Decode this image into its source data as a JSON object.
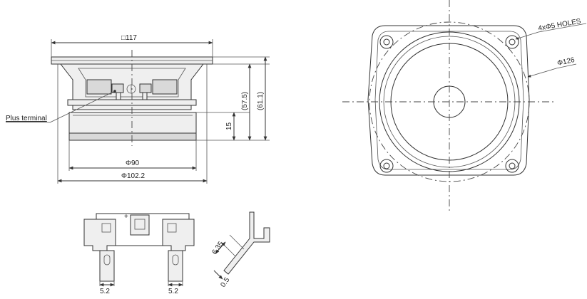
{
  "labels": {
    "square_size": "□117",
    "plus_terminal": "Plus terminal",
    "depth_total": "(57.5)",
    "depth_full": "(61.1)",
    "magnet_height": "15",
    "magnet_dia": "Φ90",
    "frame_dia": "Φ102.2",
    "holes": "4xΦ5 HOLES",
    "pcd": "Φ126",
    "term_width": "6.35",
    "term_thick": "0.5",
    "tab_left": "5.2",
    "tab_right": "5.2",
    "plus_mark": "+"
  }
}
